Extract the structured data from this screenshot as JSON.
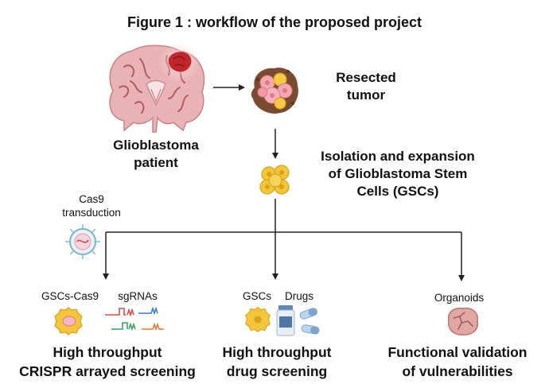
{
  "figure": {
    "title": "Figure 1 : workflow of the proposed project"
  },
  "nodes": {
    "patient": {
      "line1": "Glioblastoma",
      "line2": "patient"
    },
    "resected_tumor": {
      "line1": "Resected",
      "line2": "tumor"
    },
    "gsc_isolation": {
      "line1": "Isolation and expansion",
      "line2": "of Glioblastoma Stem",
      "line3": "Cells (GSCs)"
    },
    "cas9": {
      "line1": "Cas9",
      "line2": "transduction"
    }
  },
  "branches": {
    "crispr": {
      "label_cells": "GSCs-Cas9",
      "label_guides": "sgRNAs",
      "title_line1": "High throughput",
      "title_line2": "CRISPR arrayed screening"
    },
    "drug": {
      "label_cells": "GSCs",
      "label_drugs": "Drugs",
      "title_line1": "High throughput",
      "title_line2": "drug screening"
    },
    "organoid": {
      "label": "Organoids",
      "title_line1": "Functional validation",
      "title_line2": "of vulnerabilities"
    }
  },
  "colors": {
    "brain": "#e9b3b6",
    "brain_dark": "#b55a62",
    "tumor_red": "#c0272d",
    "gsc_yellow": "#f2c53a",
    "gsc_dark": "#d9a21b",
    "organoid": "#e0a7a3",
    "arrow": "#222222"
  }
}
